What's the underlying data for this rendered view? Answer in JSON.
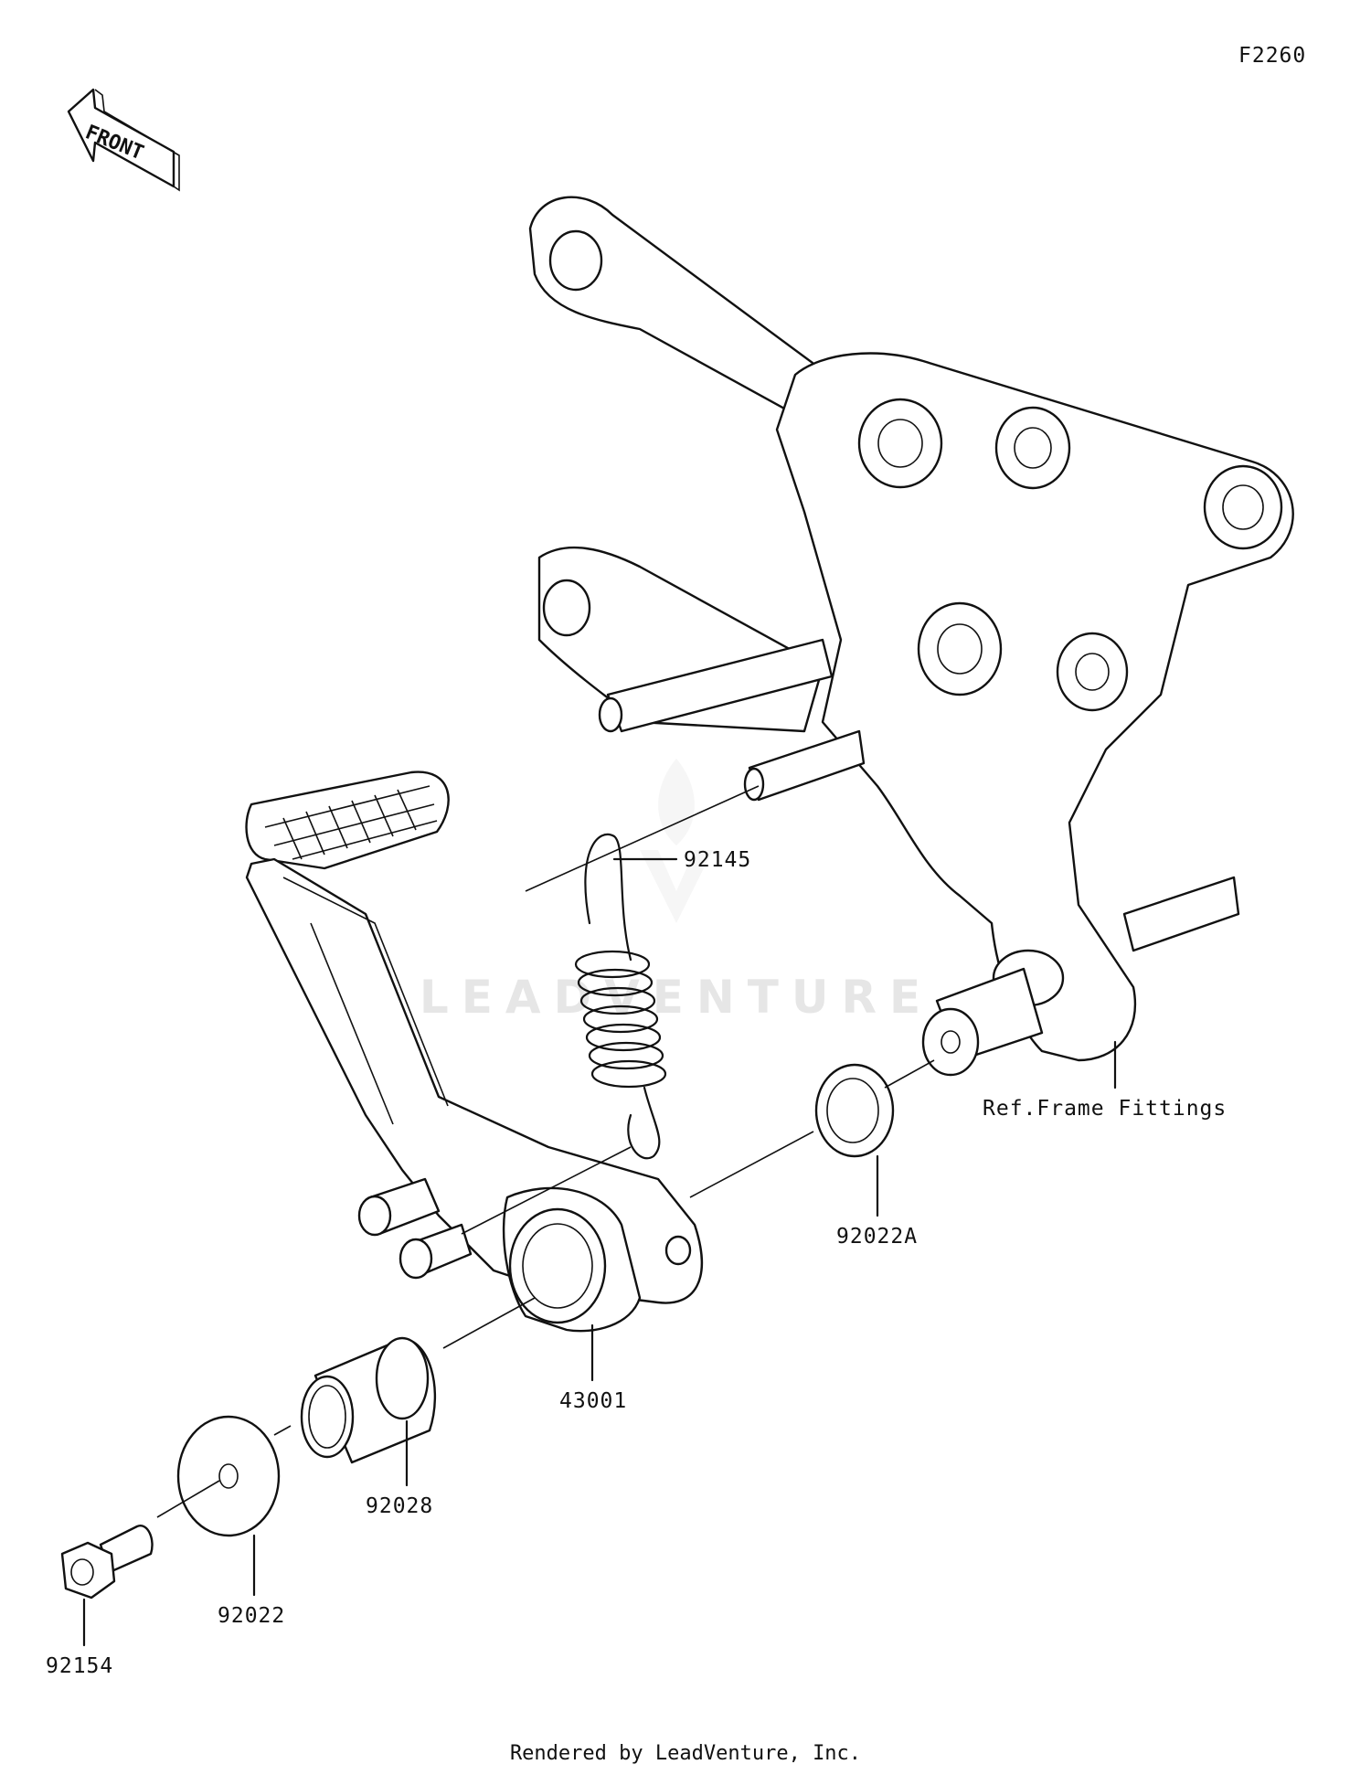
{
  "diagram_code": "F2260",
  "front_arrow_label": "FRONT",
  "watermark": "LEADVENTURE",
  "footer": "Rendered by LeadVenture, Inc.",
  "callouts": [
    {
      "id": "92145",
      "label": "92145"
    },
    {
      "id": "ref-frame",
      "label": "Ref.Frame Fittings"
    },
    {
      "id": "92022A",
      "label": "92022A"
    },
    {
      "id": "43001",
      "label": "43001"
    },
    {
      "id": "92028",
      "label": "92028"
    },
    {
      "id": "92022",
      "label": "92022"
    },
    {
      "id": "92154",
      "label": "92154"
    }
  ]
}
